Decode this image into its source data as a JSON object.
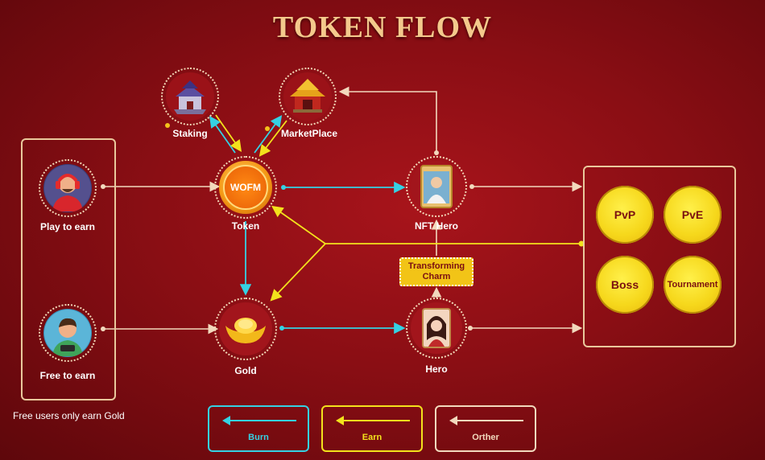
{
  "title": "TOKEN FLOW",
  "nodes": {
    "staking": "Staking",
    "marketplace": "MarketPlace",
    "token": "Token",
    "token_coin_text": "WOFM",
    "nft_hero": "NFT Hero",
    "play_to_earn": "Play to earn",
    "free_to_earn": "Free to earn",
    "gold": "Gold",
    "hero": "Hero",
    "charm": "Transforming Charm"
  },
  "modes": [
    "PvP",
    "PvE",
    "Boss",
    "Tournament"
  ],
  "note": "Free users only earn Gold",
  "legend": {
    "burn": "Burn",
    "earn": "Earn",
    "other": "Orther"
  },
  "colors": {
    "burn": "#35d1e3",
    "earn": "#f3e21c",
    "other": "#f2d9bd",
    "background": "#8a0e14",
    "title": "#f4c98c"
  }
}
